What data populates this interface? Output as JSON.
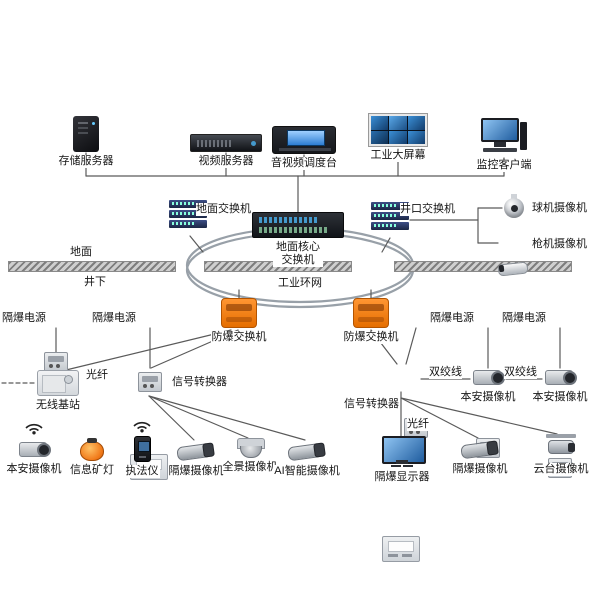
{
  "surface": {
    "storage_server": "存储服务器",
    "video_server": "视频服务器",
    "av_console": "音视频调度台",
    "big_screen": "工业大屏幕",
    "client": "监控客户端",
    "ground_switch": "地面交换机",
    "core_switch": "地面核心交换机",
    "wellhead_switch": "井口交换机",
    "dome_camera": "球机摄像机",
    "bullet_camera": "枪机摄像机"
  },
  "divider": {
    "ground": "地面",
    "underground": "井下",
    "ring": "工业环网"
  },
  "left": {
    "power1": "隔爆电源",
    "power2": "隔爆电源",
    "ex_switch": "防爆交换机",
    "fiber": "光纤",
    "wireless_base": "无线基站",
    "signal_converter": "信号转换器",
    "isafe_camera": "本安摄像机",
    "info_lamp": "信息矿灯",
    "law_recorder": "执法仪",
    "ex_camera": "隔爆摄像机",
    "pano_camera": "全景摄像机",
    "ai_camera": "AI智能摄像机"
  },
  "right": {
    "ex_switch": "防爆交换机",
    "power1": "隔爆电源",
    "power2": "隔爆电源",
    "signal_converter": "信号转换器",
    "twisted_pair1": "双绞线",
    "twisted_pair2": "双绞线",
    "isafe_camera1": "本安摄像机",
    "isafe_camera2": "本安摄像机",
    "fiber": "光纤",
    "ex_display": "隔爆显示器",
    "ex_camera": "隔爆摄像机",
    "ptz_camera": "云台摄像机"
  },
  "colors": {
    "line": "#5a5a5a",
    "ring": "#98a0a8",
    "ex_switch_orange": "#f07818",
    "screen_blue": "#2d7dd2",
    "bar_gray": "#cfcfcf"
  }
}
